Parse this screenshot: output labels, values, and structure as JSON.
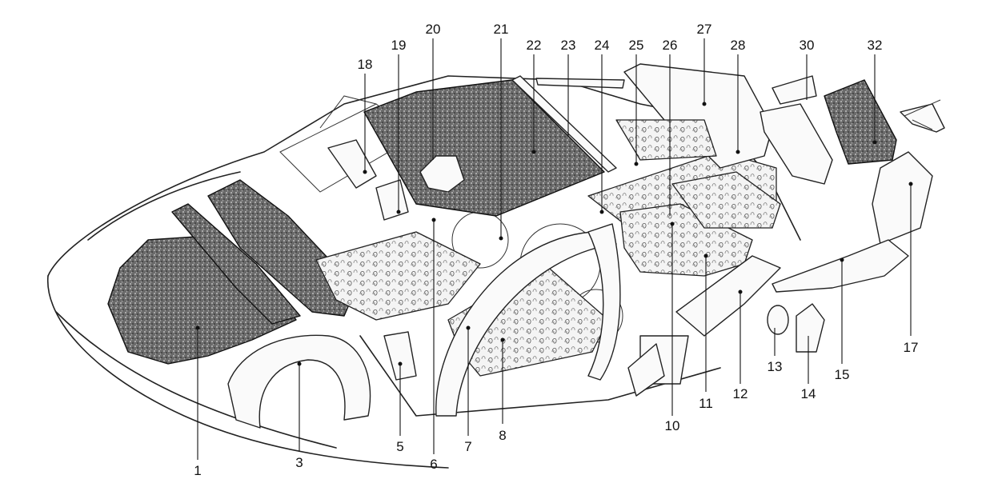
{
  "callouts": [
    {
      "id": "c1",
      "text": "1"
    },
    {
      "id": "c3",
      "text": "3"
    },
    {
      "id": "c5",
      "text": "5"
    },
    {
      "id": "c6",
      "text": "6"
    },
    {
      "id": "c7",
      "text": "7"
    },
    {
      "id": "c8",
      "text": "8"
    },
    {
      "id": "c10",
      "text": "10"
    },
    {
      "id": "c11",
      "text": "11"
    },
    {
      "id": "c12",
      "text": "12"
    },
    {
      "id": "c13",
      "text": "13"
    },
    {
      "id": "c14",
      "text": "14"
    },
    {
      "id": "c15",
      "text": "15"
    },
    {
      "id": "c17",
      "text": "17"
    },
    {
      "id": "c18",
      "text": "18"
    },
    {
      "id": "c19",
      "text": "19"
    },
    {
      "id": "c20",
      "text": "20"
    },
    {
      "id": "c21",
      "text": "21"
    },
    {
      "id": "c22",
      "text": "22"
    },
    {
      "id": "c23",
      "text": "23"
    },
    {
      "id": "c24",
      "text": "24"
    },
    {
      "id": "c25",
      "text": "25"
    },
    {
      "id": "c26",
      "text": "26"
    },
    {
      "id": "c27",
      "text": "27"
    },
    {
      "id": "c28",
      "text": "28"
    },
    {
      "id": "c30",
      "text": "30"
    },
    {
      "id": "c32",
      "text": "32"
    }
  ]
}
